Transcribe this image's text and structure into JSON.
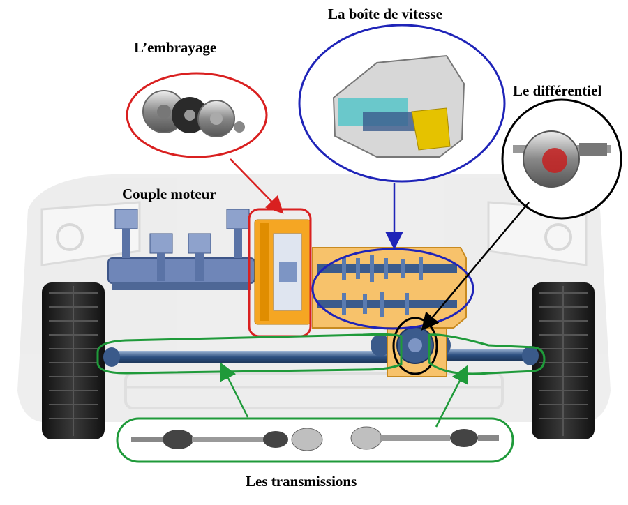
{
  "labels": {
    "gearbox": "La boîte de vitesse",
    "clutch": "L’embrayage",
    "differential": "Le différentiel",
    "engine_torque": "Couple moteur",
    "transmissions": "Les transmissions"
  },
  "colors": {
    "clutch_outline": "#d92020",
    "gearbox_outline": "#1f24b8",
    "differential_outline": "#000000",
    "transmission_outline": "#1f9a3a",
    "housing_orange": "#f5a623",
    "engine_blue": "#6f86b8",
    "tire": "#1a1a1a",
    "car_body": "#e6e6e6"
  }
}
